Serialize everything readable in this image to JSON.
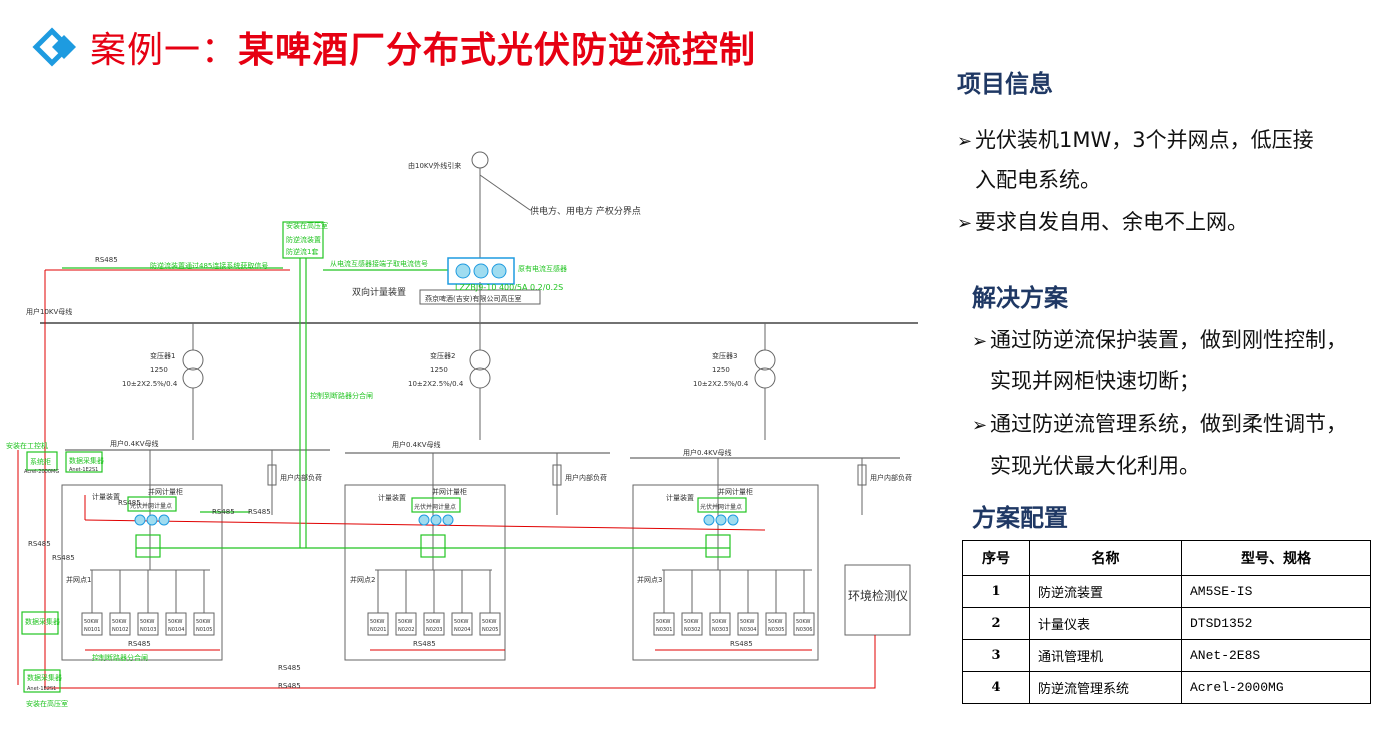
{
  "title": {
    "prefix": "案例一：",
    "main": "某啤酒厂分布式光伏防逆流控制"
  },
  "project": {
    "heading": "项目信息",
    "bullets": [
      "光伏装机1MW，3个并网点，低压接",
      "入配电系统。",
      "要求自发自用、余电不上网。"
    ]
  },
  "solution": {
    "heading": "解决方案",
    "bullets": [
      "通过防逆流保护装置，做到刚性控制，",
      "实现并网柜快速切断；",
      "通过防逆流管理系统，做到柔性调节，",
      "实现光伏最大化利用。"
    ]
  },
  "config": {
    "heading": "方案配置",
    "headers": [
      "序号",
      "名称",
      "型号、规格"
    ],
    "rows": [
      [
        "1",
        "防逆流装置",
        "AM5SE-IS"
      ],
      [
        "2",
        "计量仪表",
        "DTSD1352"
      ],
      [
        "3",
        "通讯管理机",
        "ANet-2E8S"
      ],
      [
        "4",
        "防逆流管理系统",
        "Acrel-2000MG"
      ]
    ]
  },
  "diagram": {
    "incoming": "由10KV外线引来",
    "boundary": "供电方、用电方 产权分界点",
    "ht_room": "安装在高压室",
    "anti_backflow": "防逆流装置",
    "anti_qty": "防逆流1套",
    "from_ct": "从电流互感器接端子取电流信号",
    "ct_label": "原有电流互感器",
    "ct_spec": "LZZBJ9-10 400/5A 0.2/0.2S",
    "bi_meter": "双向计量装置",
    "station": "燕京啤酒(吉安)有限公司高压室",
    "bus_10kv": "用户10KV母线",
    "rs485": "RS485",
    "anti_signal": "防逆流装置通过485连接系统获取信号",
    "control_to_box": "控制到断路器分合闸",
    "transformers": [
      {
        "name": "变压器1",
        "kva": "1250",
        "ratio": "10±2X2.5%/0.4"
      },
      {
        "name": "变压器2",
        "kva": "1250",
        "ratio": "10±2X2.5%/0.4"
      },
      {
        "name": "变压器3",
        "kva": "1250",
        "ratio": "10±2X2.5%/0.4"
      }
    ],
    "bus_04kv": "用户0.4KV母线",
    "user_load": "用户内部负荷",
    "grid_cabinet": "并网计量柜",
    "meter_dev": "计量装置",
    "pv_meter": "光伏并网计量点",
    "points": [
      "并网点1",
      "并网点2",
      "并网点3"
    ],
    "inverter_kw": "50KW",
    "inverters": [
      [
        "N0101",
        "N0102",
        "N0103",
        "N0104",
        "N0105"
      ],
      [
        "N0201",
        "N0202",
        "N0203",
        "N0204",
        "N0205"
      ],
      [
        "N0301",
        "N0302",
        "N0303",
        "N0304",
        "N0305",
        "N0306"
      ]
    ],
    "collector": "数据采集器",
    "collector_model": "Anet-1E2S1",
    "switch_label": "安装在工控机",
    "sys_box": "系统柜",
    "sys_model": "Acrel-2000MG",
    "env_monitor": "环境检测仪",
    "ctrl_break": "控制断路器分合闸",
    "bottom_label": "安装在高压室"
  }
}
